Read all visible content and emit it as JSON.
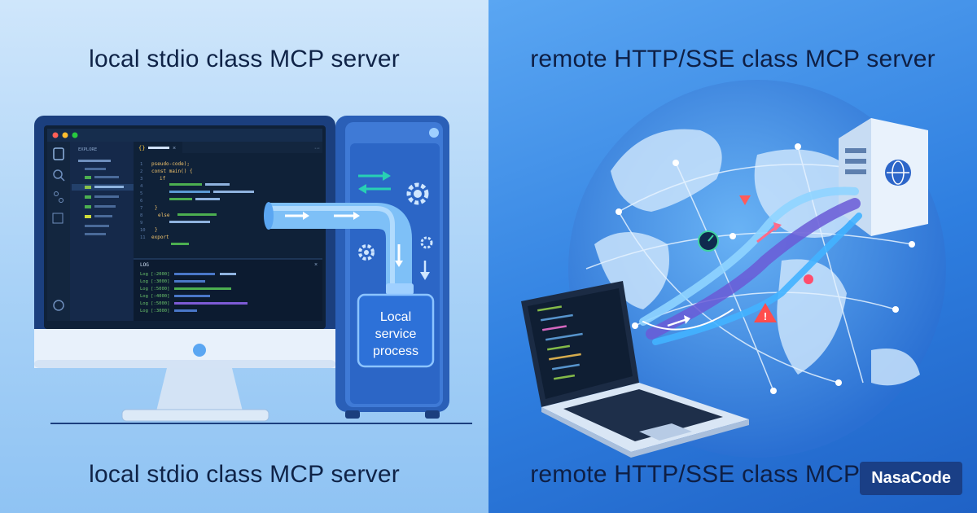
{
  "left": {
    "heading_top": "local stdio class MCP server",
    "heading_bottom": "local stdio class MCP server",
    "editor": {
      "explorer_label": "EXPLORE",
      "tab_label": "{}",
      "code_lines": [
        "pseudo-code);",
        "const main() {",
        "if",
        "",
        "",
        "",
        "}",
        "else",
        "",
        "}",
        "export"
      ],
      "line_numbers": [
        "1",
        "2",
        "3",
        "4",
        "5",
        "6",
        "7",
        "8",
        "9",
        "10",
        "11"
      ],
      "log_label": "LOG",
      "log_lines": [
        "Log [:2000]",
        "Log [:3000]",
        "Log [:5000]",
        "Log [:4000]",
        "Log [:5000]",
        "Log [:3000]"
      ]
    },
    "service_box": [
      "Local",
      "service",
      "process"
    ]
  },
  "right": {
    "heading_top": "remote HTTP/SSE class MCP server",
    "heading_bottom": "remote HTTP/SSE class MCP server"
  },
  "brand": "NasaCode",
  "colors": {
    "left_bg": "#a9d2f7",
    "right_bg": "#2f7fe0",
    "monitor_frame": "#1b3f7e",
    "editor_bg": "#0f2138",
    "service_box": "#2d71d8",
    "brand_bg": "#1a3f86"
  }
}
